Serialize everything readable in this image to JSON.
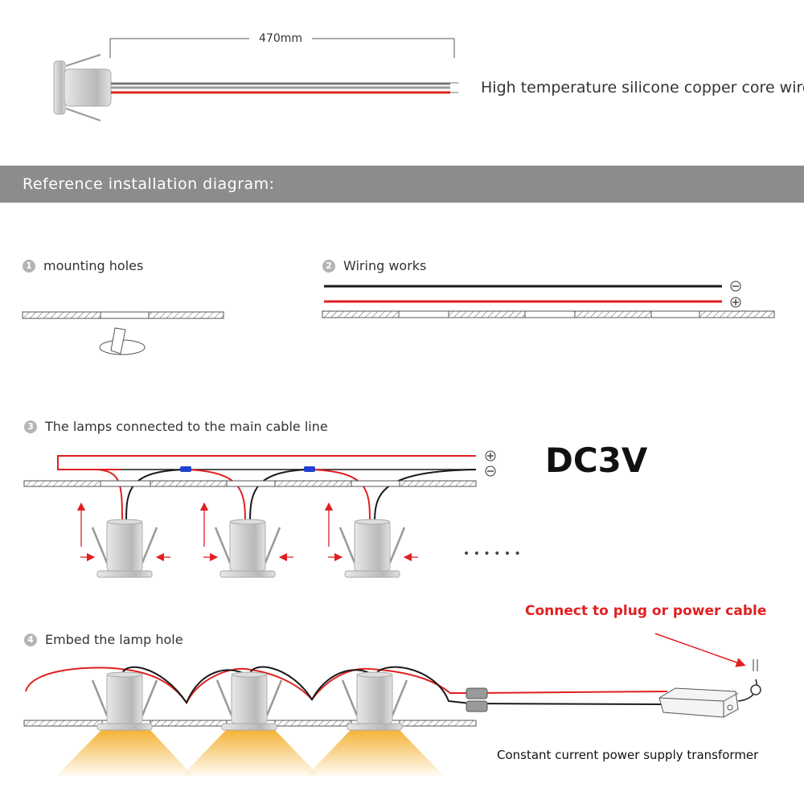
{
  "top": {
    "length_label": "470mm",
    "wire_label": "High temperature silicone copper core wire"
  },
  "banner": {
    "title": "Reference installation diagram:"
  },
  "steps": [
    {
      "num": "1",
      "label": "mounting holes"
    },
    {
      "num": "2",
      "label": "Wiring works"
    },
    {
      "num": "3",
      "label": "The lamps connected to the main cable line"
    },
    {
      "num": "4",
      "label": "Embed the lamp hole"
    }
  ],
  "voltage": "DC3V",
  "polarity": {
    "minus": "−",
    "plus": "+"
  },
  "ellipsis": "• • •  • • •",
  "power": {
    "connect_label": "Connect to plug or power cable",
    "transformer_label": "Constant current power supply transformer"
  },
  "colors": {
    "red_wire": "#e02020",
    "black_wire": "#1a1a1a",
    "banner": "#8c8c8c",
    "connect_text": "#e02020",
    "connector_blue": "#2040d0",
    "light_beam": "#f4b030"
  }
}
